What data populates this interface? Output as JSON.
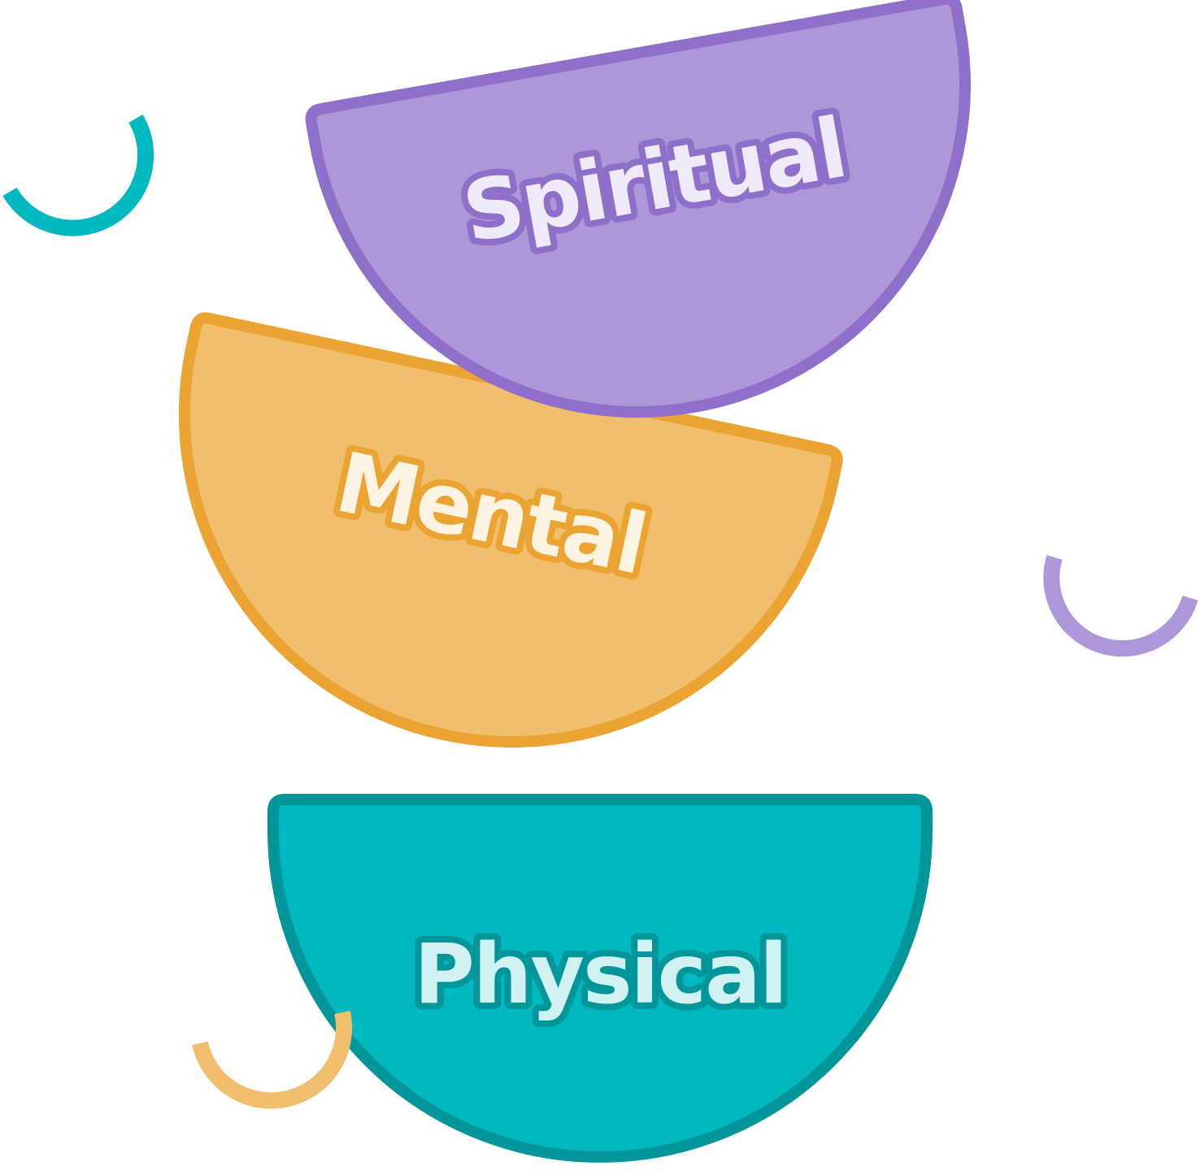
{
  "bowls": [
    {
      "label": "Spiritual",
      "fill": "#AD97D8",
      "stroke": "#8E6FCA",
      "text_fill": "#EEEAFA",
      "text_stroke": "#8E6FCA"
    },
    {
      "label": "Mental",
      "fill": "#F0BE6C",
      "stroke": "#EBA331",
      "text_fill": "#FDF3E3",
      "text_stroke": "#EBA331"
    },
    {
      "label": "Physical",
      "fill": "#00B8BF",
      "stroke": "#00969A",
      "text_fill": "#D1F1F2",
      "text_stroke": "#00969A"
    }
  ],
  "accents": [
    {
      "color": "#00B8BF"
    },
    {
      "color": "#AD97D8"
    },
    {
      "color": "#F0BE6C"
    }
  ]
}
